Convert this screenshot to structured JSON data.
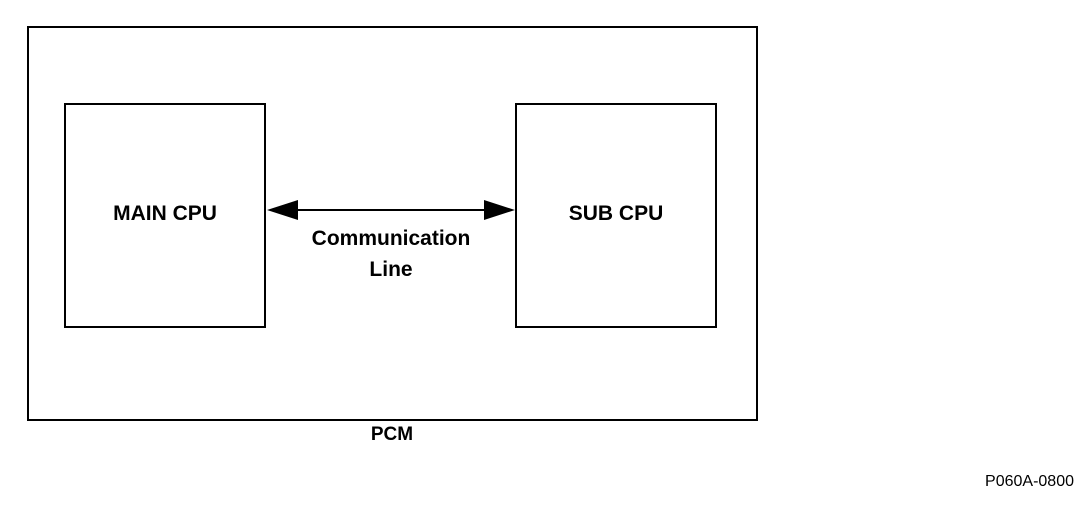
{
  "diagram": {
    "container_label": "PCM",
    "main_cpu_label": "MAIN CPU",
    "sub_cpu_label": "SUB CPU",
    "connection_label_line1": "Communication",
    "connection_label_line2": "Line",
    "figure_id": "P060A-0800"
  }
}
